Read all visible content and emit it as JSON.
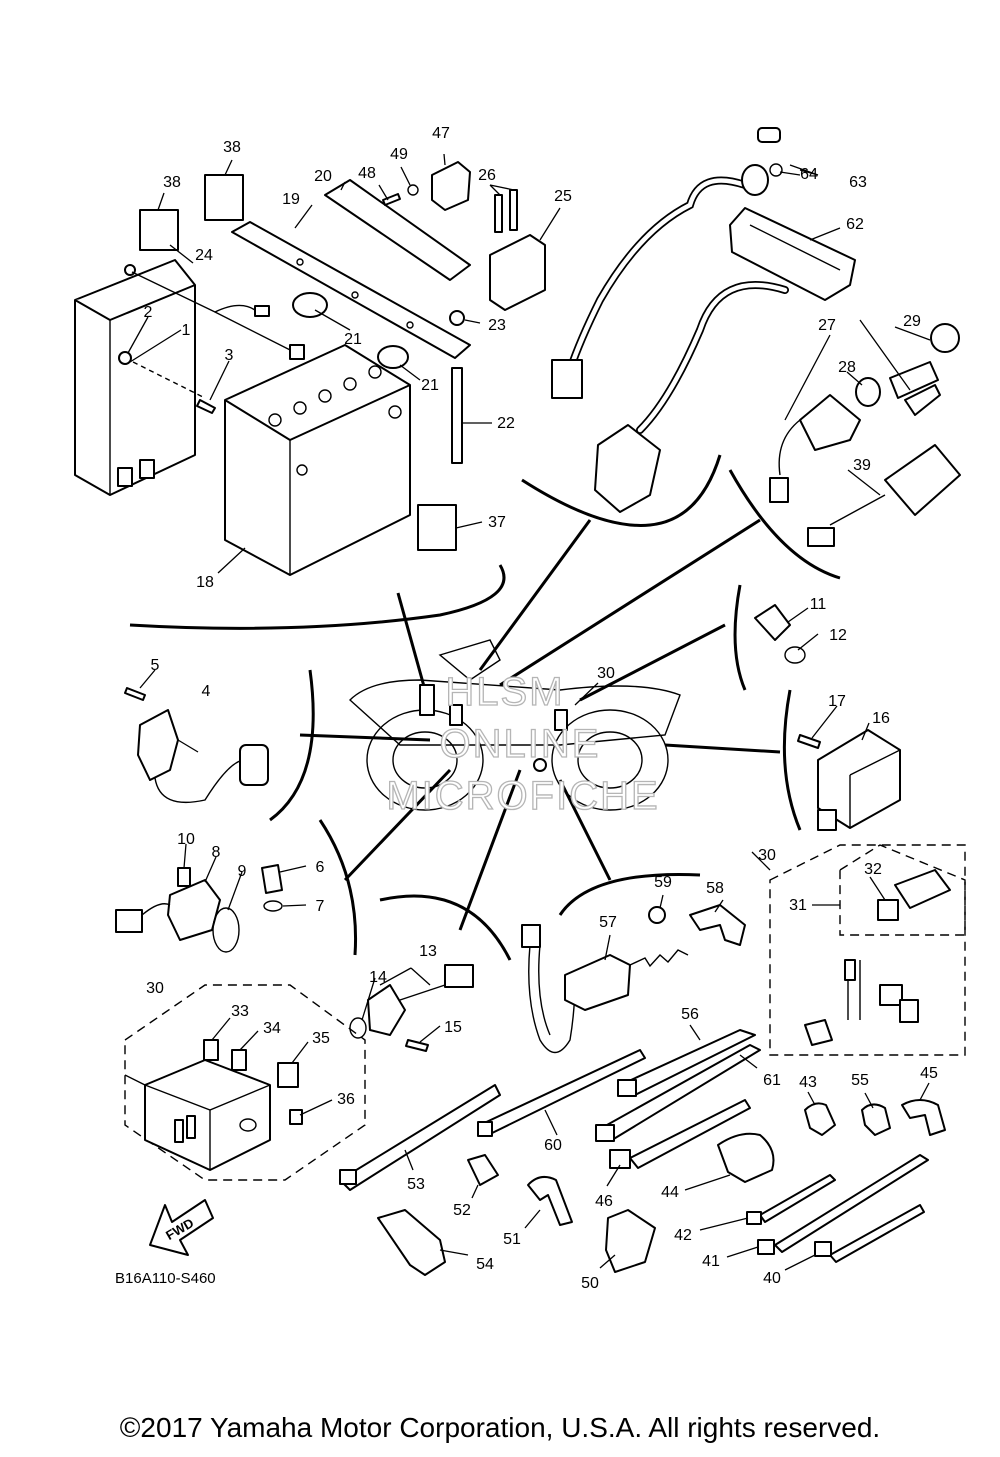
{
  "diagram": {
    "code": "B16A110-S460",
    "fwd_label": "FWD",
    "watermark": [
      "HLSM",
      "ONLINE",
      "MICROFICHE"
    ],
    "copyright": "©2017 Yamaha Motor Corporation, U.S.A. All rights reserved."
  },
  "callouts": {
    "c1": "1",
    "c2": "2",
    "c3": "3",
    "c4": "4",
    "c5": "5",
    "c6": "6",
    "c7": "7",
    "c8": "8",
    "c9": "9",
    "c10": "10",
    "c11": "11",
    "c12": "12",
    "c13": "13",
    "c14": "14",
    "c15": "15",
    "c16": "16",
    "c17": "17",
    "c18": "18",
    "c19": "19",
    "c20": "20",
    "c21a": "21",
    "c21b": "21",
    "c22": "22",
    "c23": "23",
    "c24": "24",
    "c25": "25",
    "c26": "26",
    "c27": "27",
    "c28": "28",
    "c29": "29",
    "c30a": "30",
    "c30b": "30",
    "c30c": "30",
    "c31": "31",
    "c32": "32",
    "c33": "33",
    "c34": "34",
    "c35": "35",
    "c36": "36",
    "c37": "37",
    "c38a": "38",
    "c38b": "38",
    "c39": "39",
    "c40": "40",
    "c41": "41",
    "c42": "42",
    "c43": "43",
    "c44": "44",
    "c45": "45",
    "c46": "46",
    "c47": "47",
    "c48": "48",
    "c49": "49",
    "c50": "50",
    "c51": "51",
    "c52": "52",
    "c53": "53",
    "c54": "54",
    "c55": "55",
    "c56": "56",
    "c57": "57",
    "c58": "58",
    "c59": "59",
    "c60": "60",
    "c61": "61",
    "c62": "62",
    "c63": "63",
    "c64": "64"
  }
}
